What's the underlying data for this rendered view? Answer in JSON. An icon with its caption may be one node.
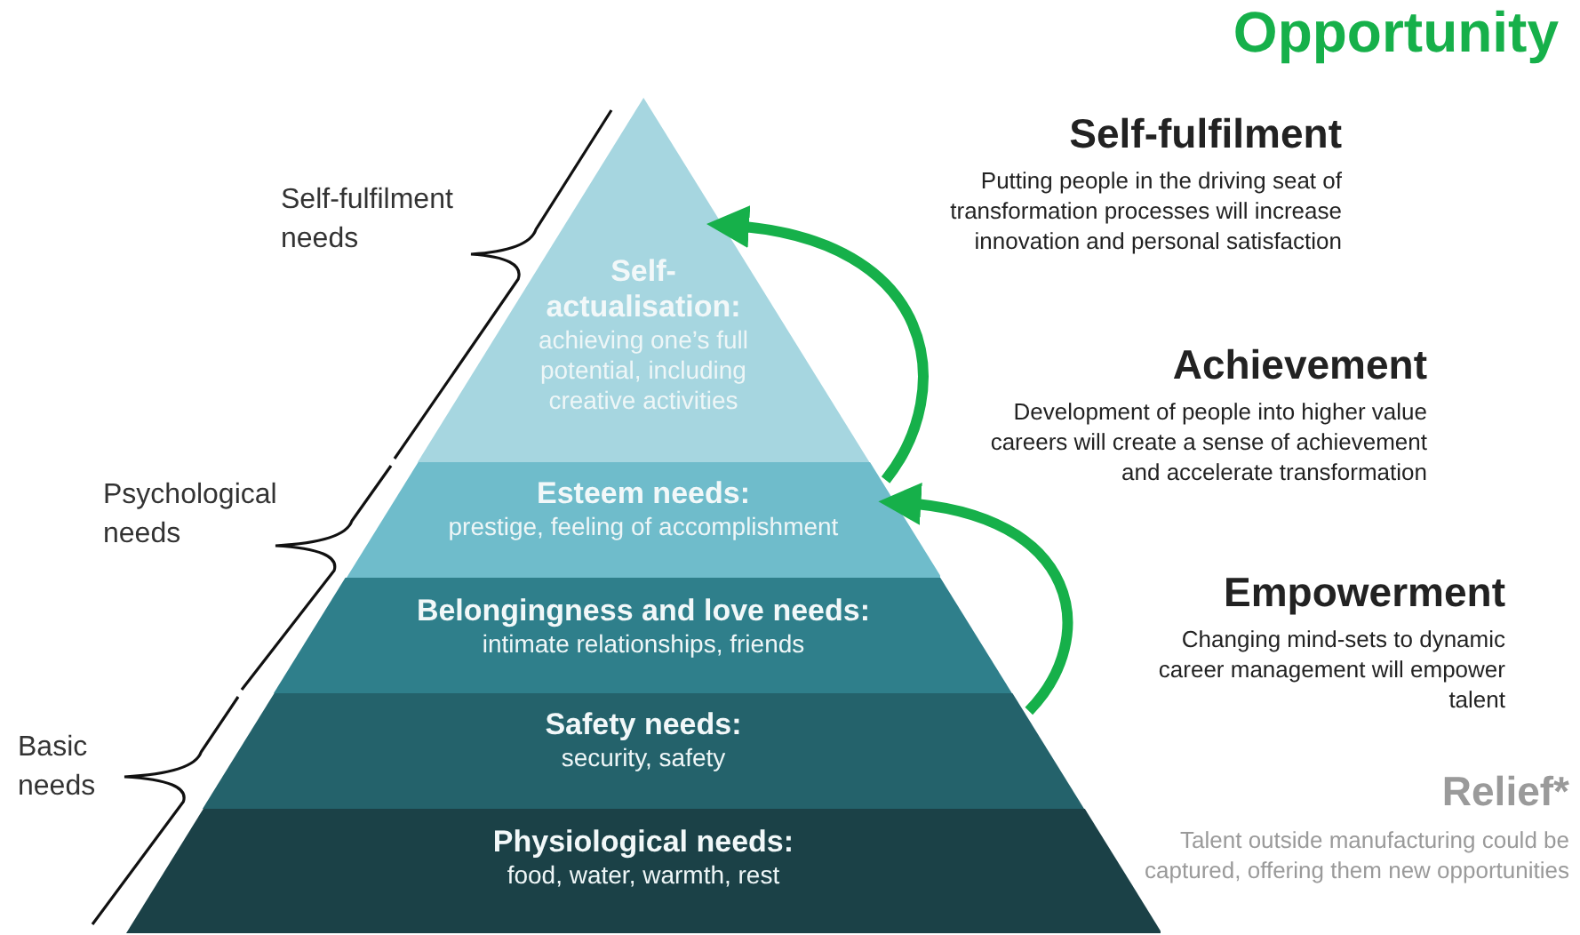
{
  "diagram": {
    "title": "Opportunity",
    "nodes": [
      {
        "text": [
          "Self-actualisation:",
          "achieving one’s full potential, including creative activities"
        ]
      },
      {
        "text": [
          "Esteem needs:",
          "prestige, feeling of accomplishment"
        ]
      },
      {
        "text": [
          "Belongingness and love needs:",
          "intimate relationships, friends"
        ]
      },
      {
        "text": [
          "Safety needs:",
          "security, safety"
        ]
      },
      {
        "text": [
          "Physiological needs:",
          "food, water, warmth, rest"
        ]
      }
    ],
    "edges": [
      {
        "from": 1,
        "to": 0,
        "arrow": "to"
      },
      {
        "from": 3,
        "to": 1,
        "arrow": "to"
      }
    ],
    "labels": [
      "Self-fulfilment",
      "Putting people in the driving seat of transformation processes will increase innovation and personal satisfaction",
      "Self-fulfilment needs",
      "Achievement",
      "Development of people into higher value careers will create a sense of achievement and accelerate transformation",
      "Psychological needs",
      "Empowerment",
      "Changing mind-sets to dynamic career management will empower talent",
      "Relief*",
      "Talent outside manufacturing could be captured, offering them new opportunities",
      "Basic needs"
    ]
  }
}
